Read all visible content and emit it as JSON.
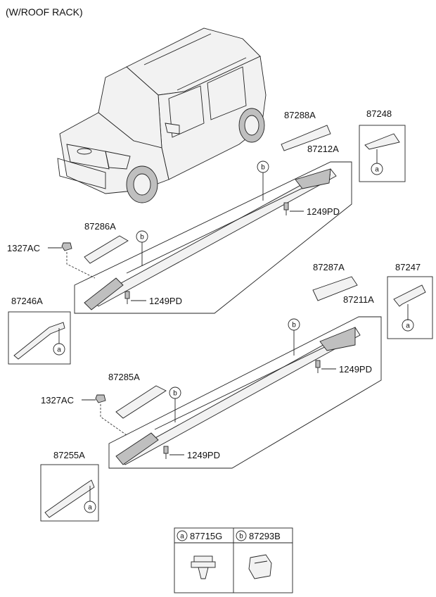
{
  "header": {
    "title": "(W/ROOF RACK)"
  },
  "labels": {
    "p87288A": "87288A",
    "p87248": "87248",
    "p87212A": "87212A",
    "p1249PD_1": "1249PD",
    "p87286A": "87286A",
    "p1327AC_1": "1327AC",
    "p1249PD_2": "1249PD",
    "p87246A": "87246A",
    "p87287A": "87287A",
    "p87247": "87247",
    "p87211A": "87211A",
    "p1249PD_3": "1249PD",
    "p87285A": "87285A",
    "p1327AC_2": "1327AC",
    "p1249PD_4": "1249PD",
    "p87255A": "87255A"
  },
  "callouts": {
    "a": "a",
    "b": "b"
  },
  "legend": {
    "a_part": "87715G",
    "b_part": "87293B"
  }
}
